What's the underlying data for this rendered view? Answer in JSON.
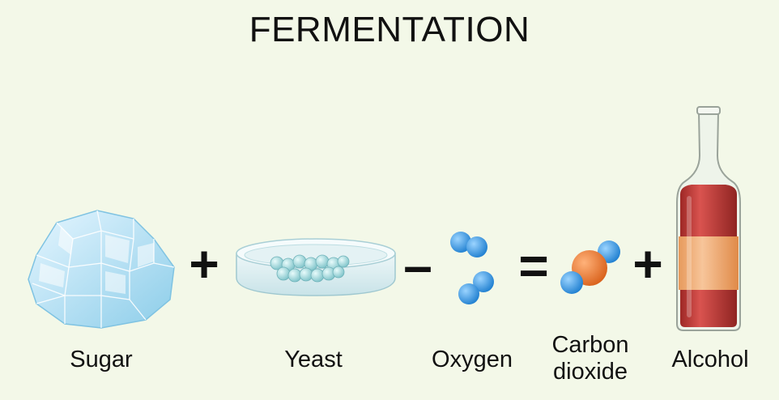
{
  "title": "FERMENTATION",
  "items": {
    "sugar": "Sugar",
    "yeast": "Yeast",
    "oxygen": "Oxygen",
    "carbon_dioxide_line1": "Carbon",
    "carbon_dioxide_line2": "dioxide",
    "alcohol": "Alcohol"
  },
  "operators": {
    "plus1": "+",
    "minus": "–",
    "equals": "=",
    "plus2": "+"
  },
  "colors": {
    "background": "#f3f8e8",
    "sugar": "#a9dcf2",
    "yeast": "#9fd3d8",
    "oxygen": "#3a9be0",
    "carbon": "#ee7d2a",
    "wine": "#c4403d",
    "label_band": "#f0b27a"
  }
}
